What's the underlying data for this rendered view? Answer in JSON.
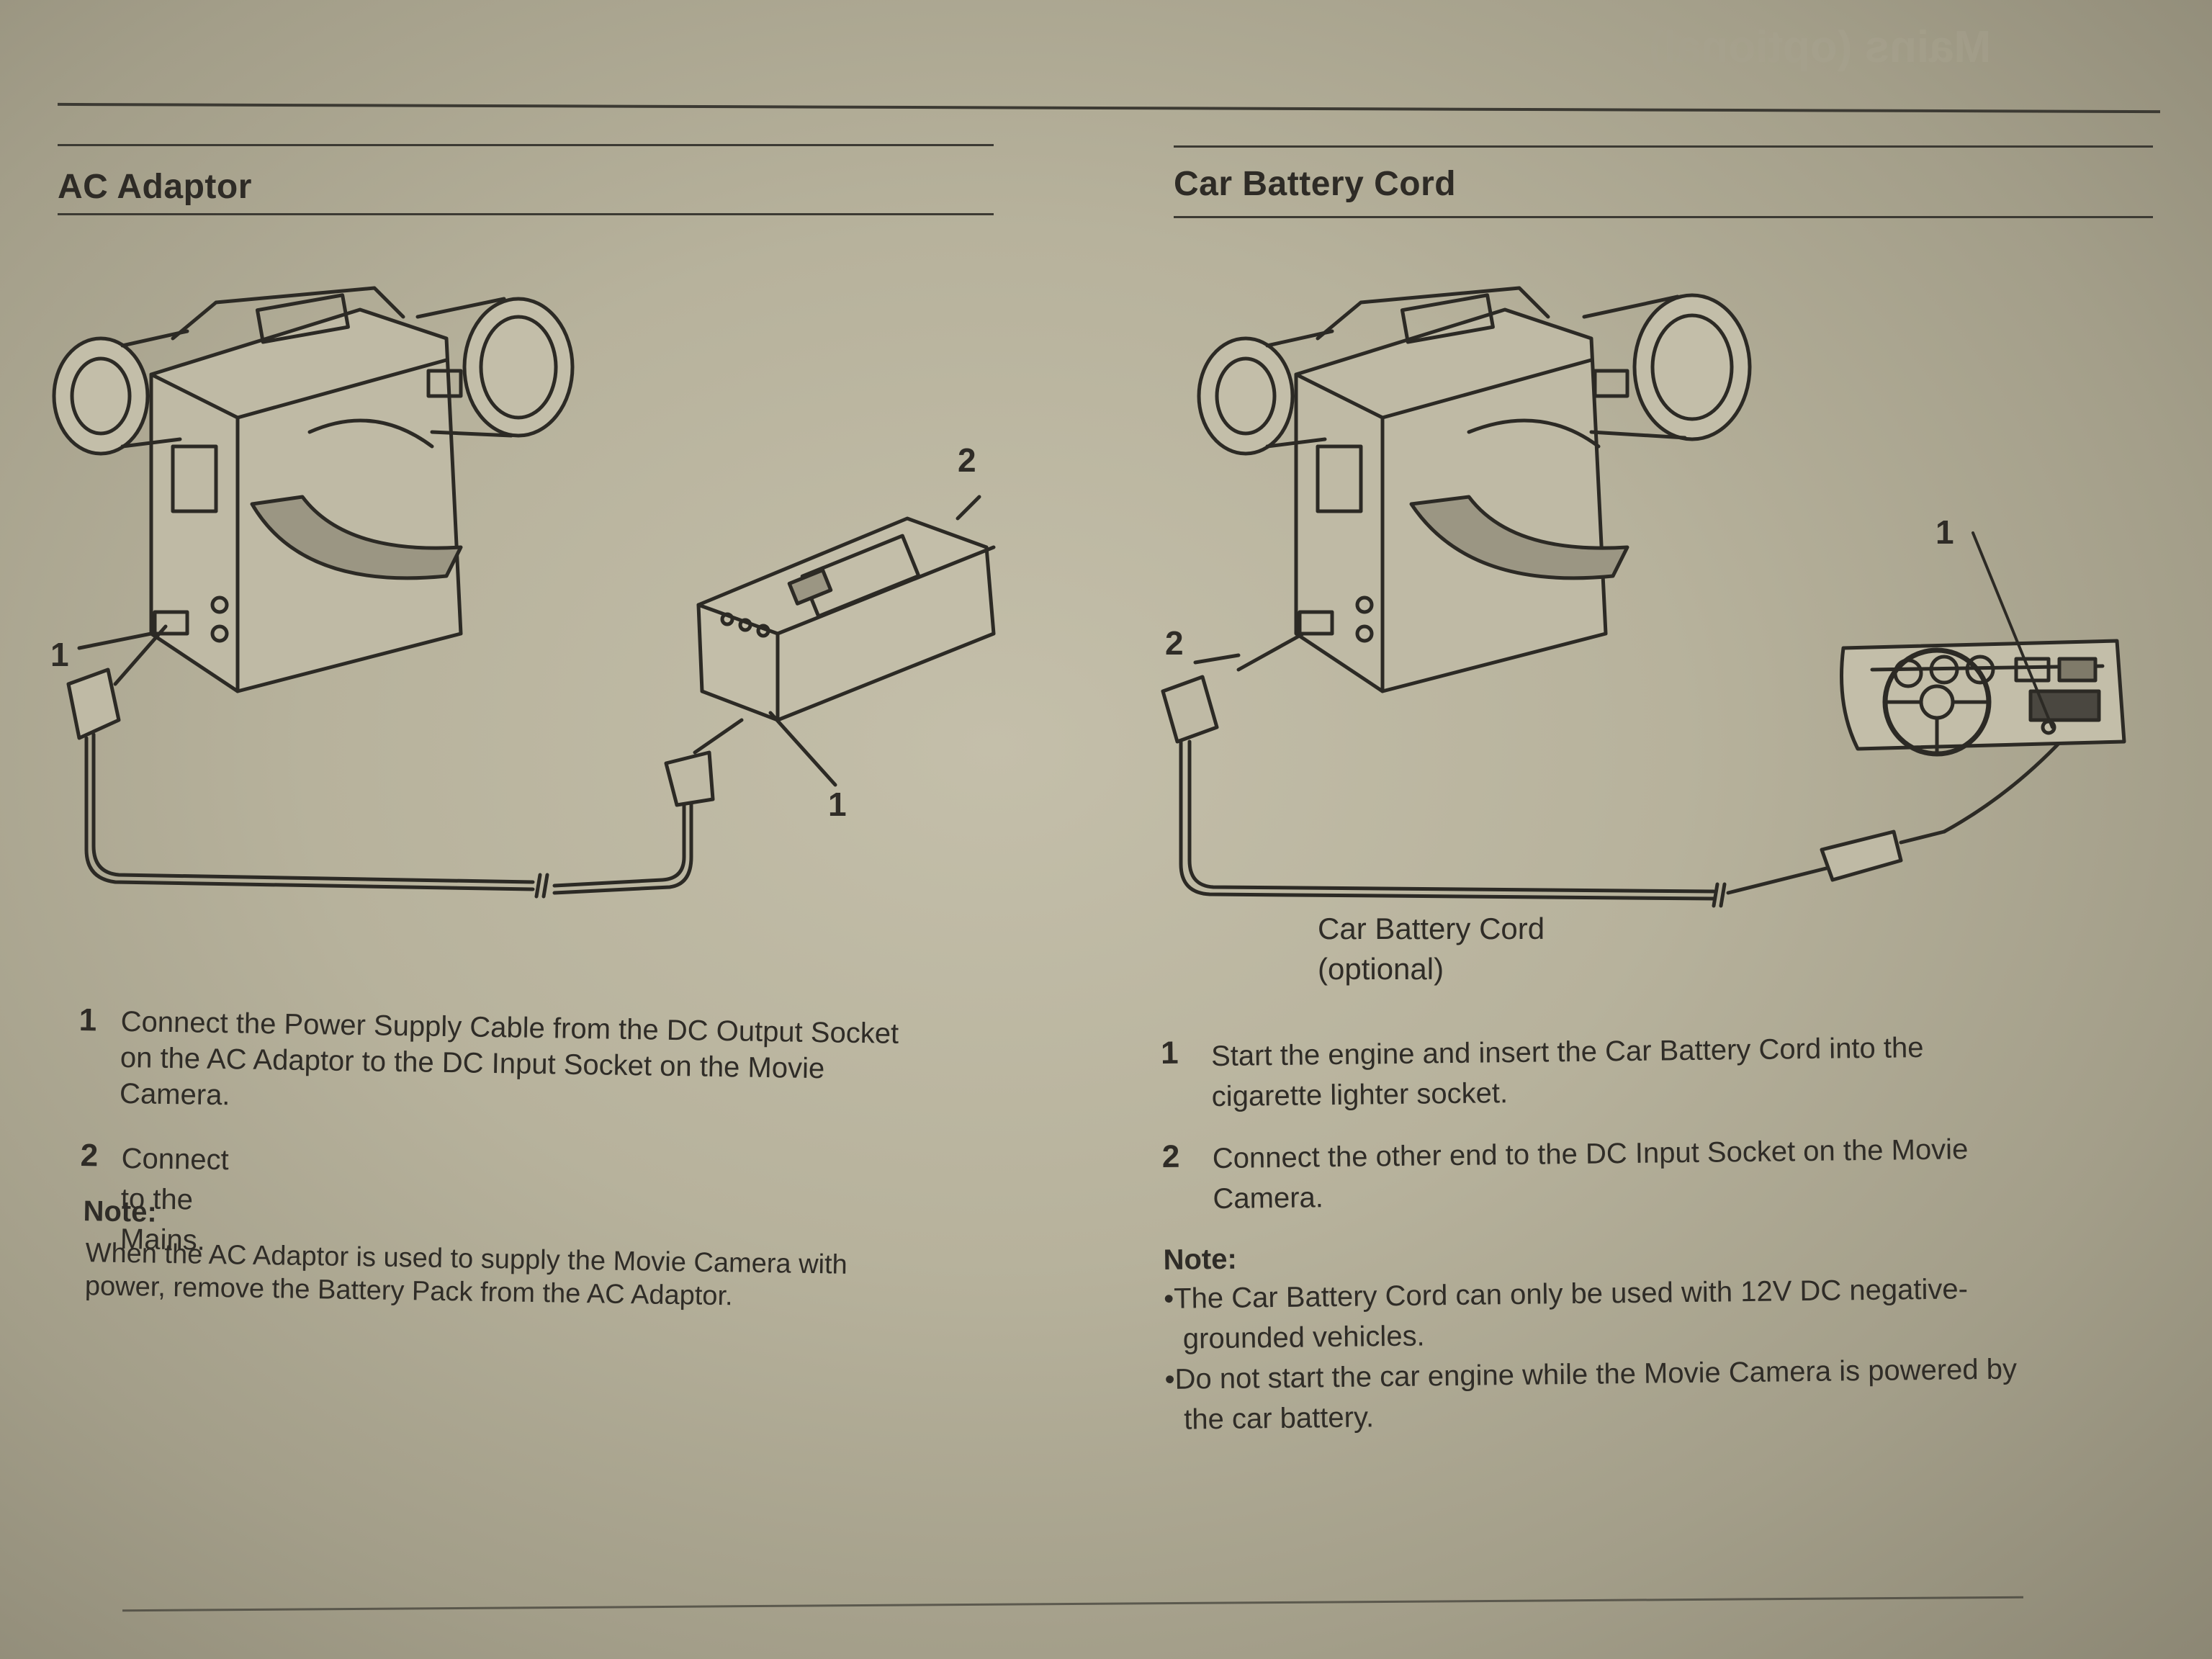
{
  "header": {
    "ghost_title": "Mains (optional)"
  },
  "left": {
    "title": "AC Adaptor",
    "callouts": {
      "one_camera": "1",
      "one_adaptor": "1",
      "two_mains": "2"
    },
    "steps": [
      {
        "num": "1",
        "lines": [
          "Connect the Power Supply Cable from the DC Output Socket",
          "on the AC Adaptor to the DC Input Socket on the Movie",
          "Camera."
        ]
      },
      {
        "num": "2",
        "lines": [
          "Connect to the Mains."
        ]
      }
    ],
    "note_label": "Note:",
    "note_lines": [
      "When the AC Adaptor is used to supply the Movie Camera with",
      "power, remove the Battery Pack from the AC Adaptor."
    ]
  },
  "right": {
    "title": "Car Battery Cord",
    "callouts": {
      "one_lighter": "1",
      "two_camera": "2"
    },
    "caption_lines": [
      "Car Battery Cord",
      "(optional)"
    ],
    "steps": [
      {
        "num": "1",
        "lines": [
          "Start the engine and insert the Car Battery Cord into the",
          "cigarette lighter socket."
        ]
      },
      {
        "num": "2",
        "lines": [
          "Connect the other end to the DC Input Socket on the Movie",
          "Camera."
        ]
      }
    ],
    "note_label": "Note:",
    "bullets": [
      {
        "lines": [
          "The Car Battery Cord can only be used with 12V DC negative-",
          "grounded vehicles."
        ]
      },
      {
        "lines": [
          "Do not start the car engine while the Movie Camera is powered by",
          "the car battery."
        ]
      }
    ]
  },
  "colors": {
    "paper": "#bcb7a2",
    "ink": "#2f2c27"
  }
}
